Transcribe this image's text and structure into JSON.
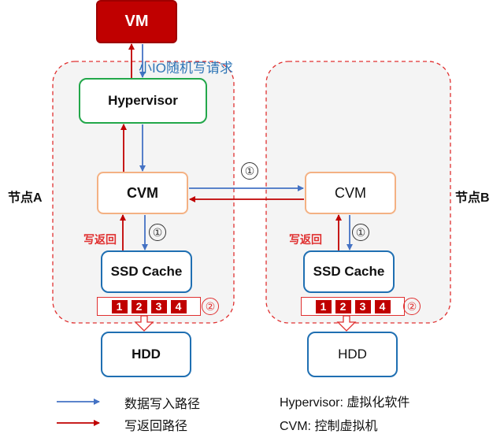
{
  "vm": {
    "label": "VM"
  },
  "request_label": "小IO随机写请求",
  "node_a": {
    "label": "节点A",
    "hypervisor": "Hypervisor",
    "cvm": "CVM",
    "writeback": "写返回",
    "step1": "①",
    "ssd": "SSD Cache",
    "blocks": [
      "1",
      "2",
      "3",
      "4"
    ],
    "step2": "②",
    "hdd": "HDD"
  },
  "node_b": {
    "label": "节点B",
    "cvm": "CVM",
    "writeback": "写返回",
    "step1": "①",
    "ssd": "SSD Cache",
    "blocks": [
      "1",
      "2",
      "3",
      "4"
    ],
    "step2": "②",
    "hdd": "HDD"
  },
  "replication_step": "①",
  "legend": {
    "write_path": "数据写入路径",
    "writeback_path": "写返回路径",
    "hypervisor_def": "Hypervisor: 虚拟化软件",
    "cvm_def": "CVM: 控制虚拟机"
  },
  "colors": {
    "write_arrow": "#4472c4",
    "writeback_arrow": "#c00000",
    "node_border": "#e03030",
    "vm_fill": "#c00000",
    "hypervisor_border": "#22a74a",
    "cvm_border": "#f4b183",
    "storage_border": "#1f6fb2"
  }
}
